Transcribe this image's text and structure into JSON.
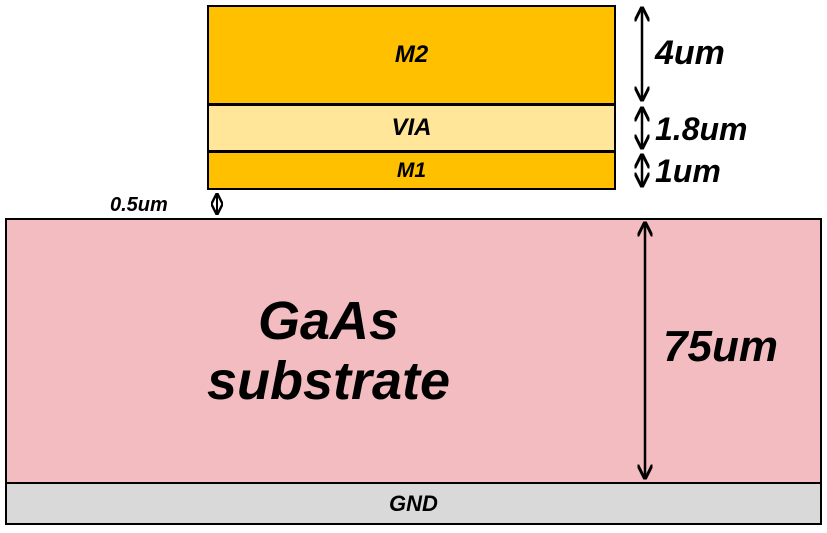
{
  "layers": {
    "m2": "M2",
    "via": "VIA",
    "m1": "M1",
    "substrate_line1": "GaAs",
    "substrate_line2": "substrate",
    "gnd": "GND"
  },
  "dimensions": {
    "m2_thickness": "4um",
    "via_thickness": "1.8um",
    "m1_thickness": "1um",
    "gap_thickness": "0.5um",
    "substrate_thickness": "75um"
  },
  "colors": {
    "metal": "#FFC000",
    "via": "#FFE699",
    "substrate": "#F2BCC0",
    "ground": "#D9D9D9",
    "outline": "#000000"
  }
}
